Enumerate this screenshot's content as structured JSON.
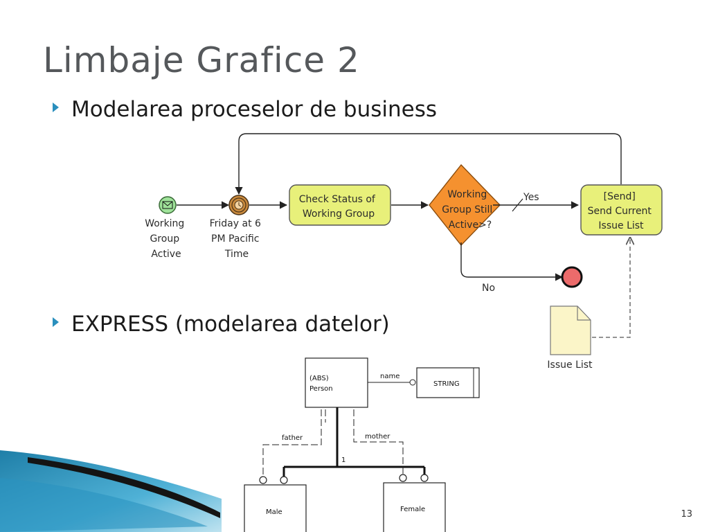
{
  "slide": {
    "title": "Limbaje Grafice 2",
    "bullets": [
      "Modelarea proceselor de business",
      "EXPRESS (modelarea datelor)"
    ],
    "page_number": "13"
  },
  "bpmn": {
    "start_event": [
      "Working",
      "Group",
      "Active"
    ],
    "timer_event": [
      "Friday at 6",
      "PM Pacific",
      "Time"
    ],
    "task_check": [
      "Check Status of",
      "Working Group"
    ],
    "gateway": [
      "Working",
      "Group Still",
      "Active>?"
    ],
    "yes_label": "Yes",
    "no_label": "No",
    "task_send": [
      "[Send]",
      "Send Current",
      "Issue List"
    ],
    "document": "Issue List",
    "colors": {
      "task_fill": "#e8f07a",
      "gateway_fill": "#f5912f",
      "start_fill": "#9fe29a",
      "timer_fill": "#c98a3d",
      "end_fill": "#ec6b6b",
      "document_fill": "#fbf5c8"
    }
  },
  "express": {
    "person": [
      "(ABS)",
      "Person"
    ],
    "string_type": "STRING",
    "name_label": "name",
    "father_label": "father",
    "mother_label": "mother",
    "one_label": "1",
    "male": "Male",
    "female": "Female"
  }
}
